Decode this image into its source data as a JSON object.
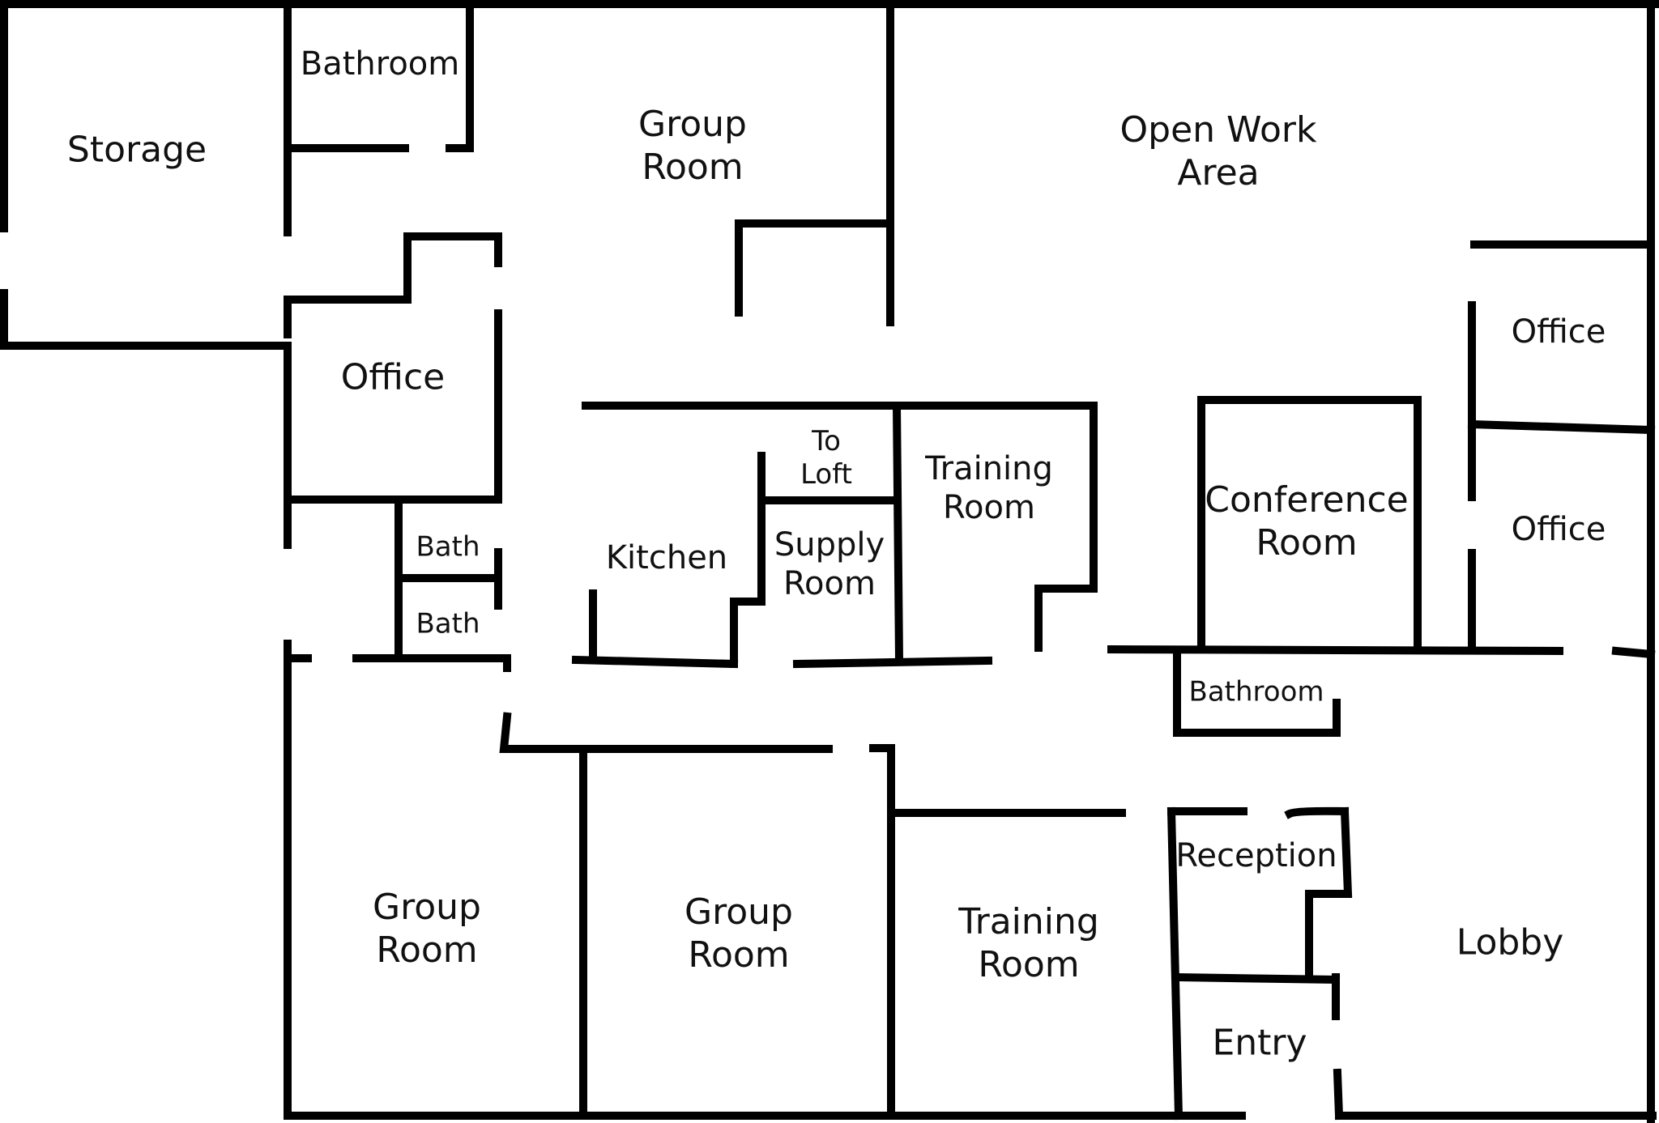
{
  "diagram": {
    "wall_color": "#000000",
    "background": "#ffffff",
    "rooms": {
      "storage": [
        "Storage"
      ],
      "bathroom_top": [
        "Bathroom"
      ],
      "group_room_top": [
        "Group",
        "Room"
      ],
      "open_work_area": [
        "Open Work",
        "Area"
      ],
      "office_left": [
        "Office"
      ],
      "to_loft": [
        "To",
        "Loft"
      ],
      "training_room_mid": [
        "Training",
        "Room"
      ],
      "kitchen": [
        "Kitchen"
      ],
      "supply_room": [
        "Supply",
        "Room"
      ],
      "conference_room": [
        "Conference",
        "Room"
      ],
      "office_right_top": [
        "Office"
      ],
      "office_right_bottom": [
        "Office"
      ],
      "bath_upper": [
        "Bath"
      ],
      "bath_lower": [
        "Bath"
      ],
      "bathroom_mid": [
        "Bathroom"
      ],
      "reception": [
        "Reception"
      ],
      "group_room_bottom_left": [
        "Group",
        "Room"
      ],
      "group_room_bottom_mid": [
        "Group",
        "Room"
      ],
      "training_room_bottom": [
        "Training",
        "Room"
      ],
      "lobby": [
        "Lobby"
      ],
      "entry": [
        "Entry"
      ]
    }
  }
}
